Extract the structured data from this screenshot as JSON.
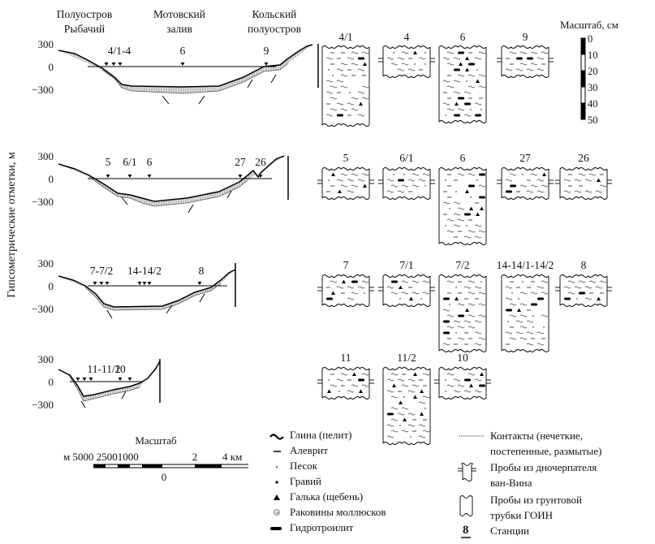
{
  "header": {
    "region_labels": [
      {
        "lines": [
          "Полуостров",
          "Рыбачий"
        ]
      },
      {
        "lines": [
          "Мотовский",
          "залив"
        ]
      },
      {
        "lines": [
          "Кольский",
          "полуостров"
        ]
      }
    ]
  },
  "y_axis_label": "Гипсометрические отметки, м",
  "profile_tick_labels": [
    "300",
    "0",
    "−300"
  ],
  "profiles": [
    {
      "id": "profile-1",
      "station_labels": [
        "4/1-4",
        "6",
        "9"
      ],
      "columns": [
        {
          "label": "4/1",
          "core": "long"
        },
        {
          "label": "4",
          "core": "grab"
        },
        {
          "label": "6",
          "core": "long"
        },
        {
          "label": "9",
          "core": "grab"
        }
      ]
    },
    {
      "id": "profile-2",
      "station_labels": [
        "5",
        "6/1",
        "6",
        "27",
        "26"
      ],
      "columns": [
        {
          "label": "5",
          "core": "grab"
        },
        {
          "label": "6/1",
          "core": "grab"
        },
        {
          "label": "6",
          "core": "long"
        },
        {
          "label": "27",
          "core": "grab"
        },
        {
          "label": "26",
          "core": "grab"
        }
      ]
    },
    {
      "id": "profile-3",
      "station_labels": [
        "7-7/2",
        "14-14/2",
        "8"
      ],
      "columns": [
        {
          "label": "7",
          "core": "grab"
        },
        {
          "label": "7/1",
          "core": "grab"
        },
        {
          "label": "7/2",
          "core": "long"
        },
        {
          "label": "14-14/1-14/2",
          "core": "long"
        },
        {
          "label": "8",
          "core": "grab"
        }
      ]
    },
    {
      "id": "profile-4",
      "station_labels": [
        "11-11/2",
        "10"
      ],
      "columns": [
        {
          "label": "11",
          "core": "grab"
        },
        {
          "label": "11/2",
          "core": "long"
        },
        {
          "label": "10",
          "core": "grab"
        }
      ]
    }
  ],
  "core_scale": {
    "title": "Масштаб, см",
    "ticks": [
      "0",
      "10",
      "20",
      "30",
      "40",
      "50"
    ]
  },
  "map_scale": {
    "title": "Масштаб",
    "left_text": "м 5000 25001000",
    "right_labels": [
      "2",
      "4 км"
    ],
    "zero": "0"
  },
  "legend": {
    "left": [
      {
        "icon": "clay-icon",
        "text": "Глина (пелит)"
      },
      {
        "icon": "silt-icon",
        "text": "Алеврит"
      },
      {
        "icon": "sand-icon",
        "text": "Песок"
      },
      {
        "icon": "gravel-icon",
        "text": "Гравий"
      },
      {
        "icon": "pebble-icon",
        "text": "Галька (щебень)"
      },
      {
        "icon": "shell-icon",
        "text": "Раковины моллюсков"
      },
      {
        "icon": "hydrotroilite-icon",
        "text": "Гидротроилит"
      }
    ],
    "right": [
      {
        "icon": "contact-icon",
        "lines": [
          "Контакты (нечеткие,",
          "постепенные, размытые)"
        ]
      },
      {
        "icon": "grab-sampler-icon",
        "lines": [
          "Пробы из дночерпателя",
          "ван-Вина"
        ]
      },
      {
        "icon": "corer-icon",
        "lines": [
          "Пробы из грунтовой",
          "трубки ГОИН"
        ]
      },
      {
        "icon": "station-number-icon",
        "symbol": "8",
        "lines": [
          "Станции"
        ]
      }
    ]
  }
}
